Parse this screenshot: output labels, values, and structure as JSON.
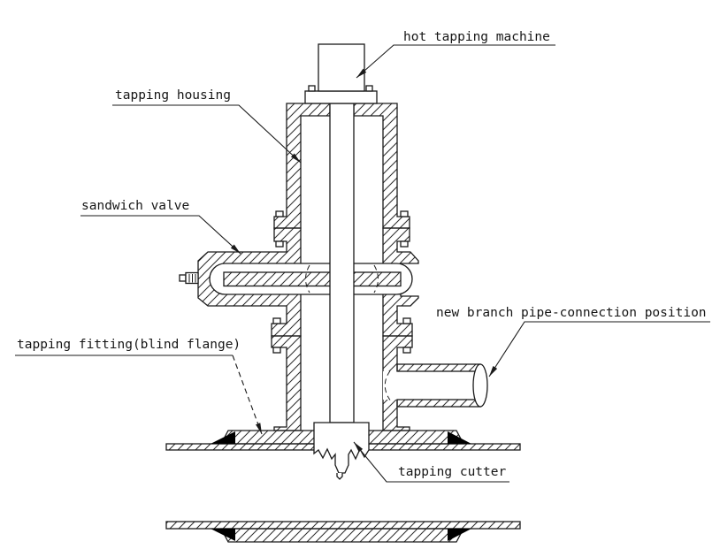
{
  "diagram": {
    "type": "engineering-section-drawing",
    "subject": "hot tapping setup cross-section",
    "labels": {
      "machine": "hot tapping machine",
      "housing": "tapping housing",
      "valve": "sandwich valve",
      "fitting": "tapping fitting(blind flange)",
      "branch": "new branch pipe-connection position",
      "cutter": "tapping cutter"
    },
    "colors": {
      "background": "#ffffff",
      "line": "#1a1a1a",
      "hatch": "#2a2a2a",
      "weld_fill": "#000000",
      "text": "#161616"
    }
  }
}
